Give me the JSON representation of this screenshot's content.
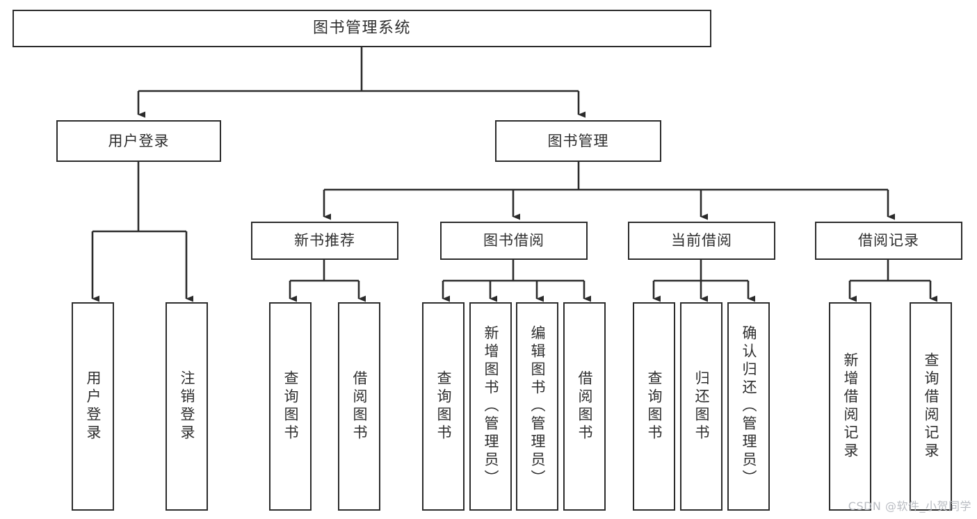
{
  "diagram": {
    "title": "图书管理系统",
    "watermark": "CSDN @软件_小贺同学",
    "colors": {
      "background": "#ffffff",
      "node_border": "#2b2b2b",
      "node_fill": "#ffffff",
      "text": "#2e2e2e",
      "edge": "#2b2b2b",
      "watermark": "#b9bcc2"
    },
    "nodes": {
      "root": {
        "label": "图书管理系统"
      },
      "level2": [
        {
          "id": "user-login",
          "label": "用户登录"
        },
        {
          "id": "book-manage",
          "label": "图书管理"
        }
      ],
      "level3": [
        {
          "id": "new-book-rec",
          "label": "新书推荐"
        },
        {
          "id": "book-borrow",
          "label": "图书借阅"
        },
        {
          "id": "current-borrow",
          "label": "当前借阅"
        },
        {
          "id": "borrow-record",
          "label": "借阅记录"
        }
      ],
      "leaves": {
        "user_login": [
          {
            "id": "leaf-user-login",
            "label": "用户登录"
          },
          {
            "id": "leaf-logout",
            "label": "注销登录"
          }
        ],
        "new_book_rec": [
          {
            "id": "leaf-query-book-1",
            "label": "查询图书"
          },
          {
            "id": "leaf-borrow-book-1",
            "label": "借阅图书"
          }
        ],
        "book_borrow": [
          {
            "id": "leaf-query-book-2",
            "label": "查询图书"
          },
          {
            "id": "leaf-add-book",
            "label": "新增图书（管理员）"
          },
          {
            "id": "leaf-edit-book",
            "label": "编辑图书（管理员）"
          },
          {
            "id": "leaf-borrow-book-2",
            "label": "借阅图书"
          }
        ],
        "current_borrow": [
          {
            "id": "leaf-query-book-3",
            "label": "查询图书"
          },
          {
            "id": "leaf-return-book",
            "label": "归还图书"
          },
          {
            "id": "leaf-confirm-return",
            "label": "确认归还（管理员）"
          }
        ],
        "borrow_record": [
          {
            "id": "leaf-add-record",
            "label": "新增借阅记录"
          },
          {
            "id": "leaf-query-record",
            "label": "查询借阅记录"
          }
        ]
      }
    }
  }
}
